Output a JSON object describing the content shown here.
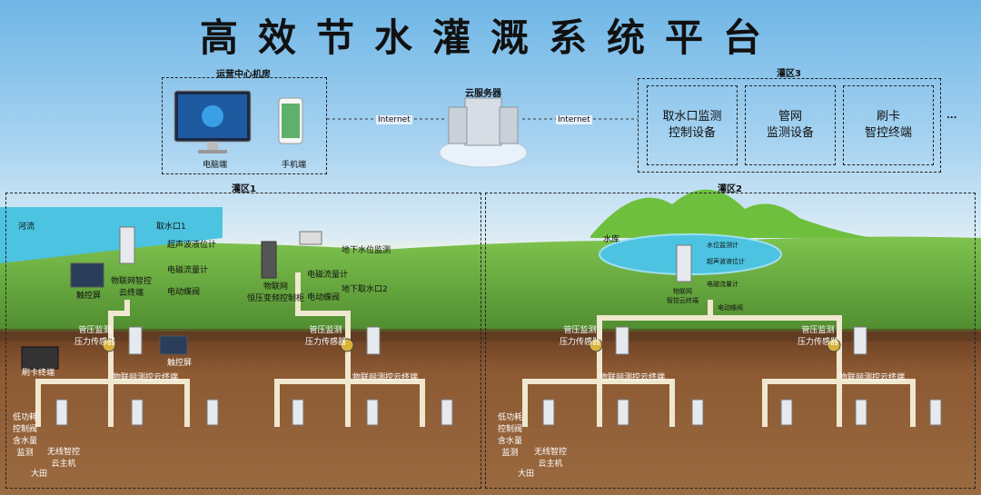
{
  "title": "高效节水灌溉系统平台",
  "ops_center": {
    "title": "运营中心机房",
    "pc_label": "电脑端",
    "phone_label": "手机端"
  },
  "cloud_server": "云服务器",
  "link_left": "Internet",
  "link_right": "Internet",
  "zone3": {
    "title": "灌区3",
    "box1": "取水口监测\n控制设备",
    "box2": "管网\n监测设备",
    "box3": "刷卡\n智控终端",
    "more": "..."
  },
  "zone1": {
    "title": "灌区1",
    "river": "河流",
    "intake1": "取水口1",
    "ultrasonic_meter": "超声波液位计",
    "iot_terminal": "物联网智控\n云终端",
    "touchscreen1": "触控屏",
    "em_flowmeter": "电磁流量计",
    "electric_valve": "电动蝶阀",
    "well_label": "地下水位监测",
    "em_flowmeter2": "电磁流量计",
    "electric_valve2": "电动蝶阀",
    "well_controller": "物联网\n恒压变频控制柜",
    "intake2": "地下取水口2",
    "pressure1": "管压监测\n压力传感器",
    "pressure2": "管压监测\n压力传感器",
    "touchscreen2": "触控屏",
    "card_terminal": "刷卡终端",
    "cloud_terminal1": "物联网测控云终端",
    "cloud_terminal2": "物联网测控云终端",
    "valve_label": "低功耗\n控制阀",
    "moisture_label": "含水量\n监测",
    "host_label": "无线智控\n云主机",
    "field_label": "大田"
  },
  "zone2": {
    "title": "灌区2",
    "reservoir": "水库",
    "level_meter": "水位监测计",
    "ultrasonic": "超声波液位计",
    "em_flowmeter": "电磁流量计",
    "electric_valve": "电动蝶阀",
    "terminal": "物联网\n智控云终端",
    "pressure1": "管压监测\n压力传感器",
    "pressure2": "管压监测\n压力传感器",
    "cloud_terminal1": "物联网测控云终端",
    "cloud_terminal2": "物联网测控云终端",
    "valve_label": "低功耗\n控制阀",
    "moisture_label": "含水量\n监测",
    "host_label": "无线智控\n云主机",
    "field_label": "大田"
  },
  "colors": {
    "pipe": "#efe8cf",
    "soil": "#8a5a34",
    "grass": "#5ea83f",
    "water": "#4cc3e0"
  }
}
